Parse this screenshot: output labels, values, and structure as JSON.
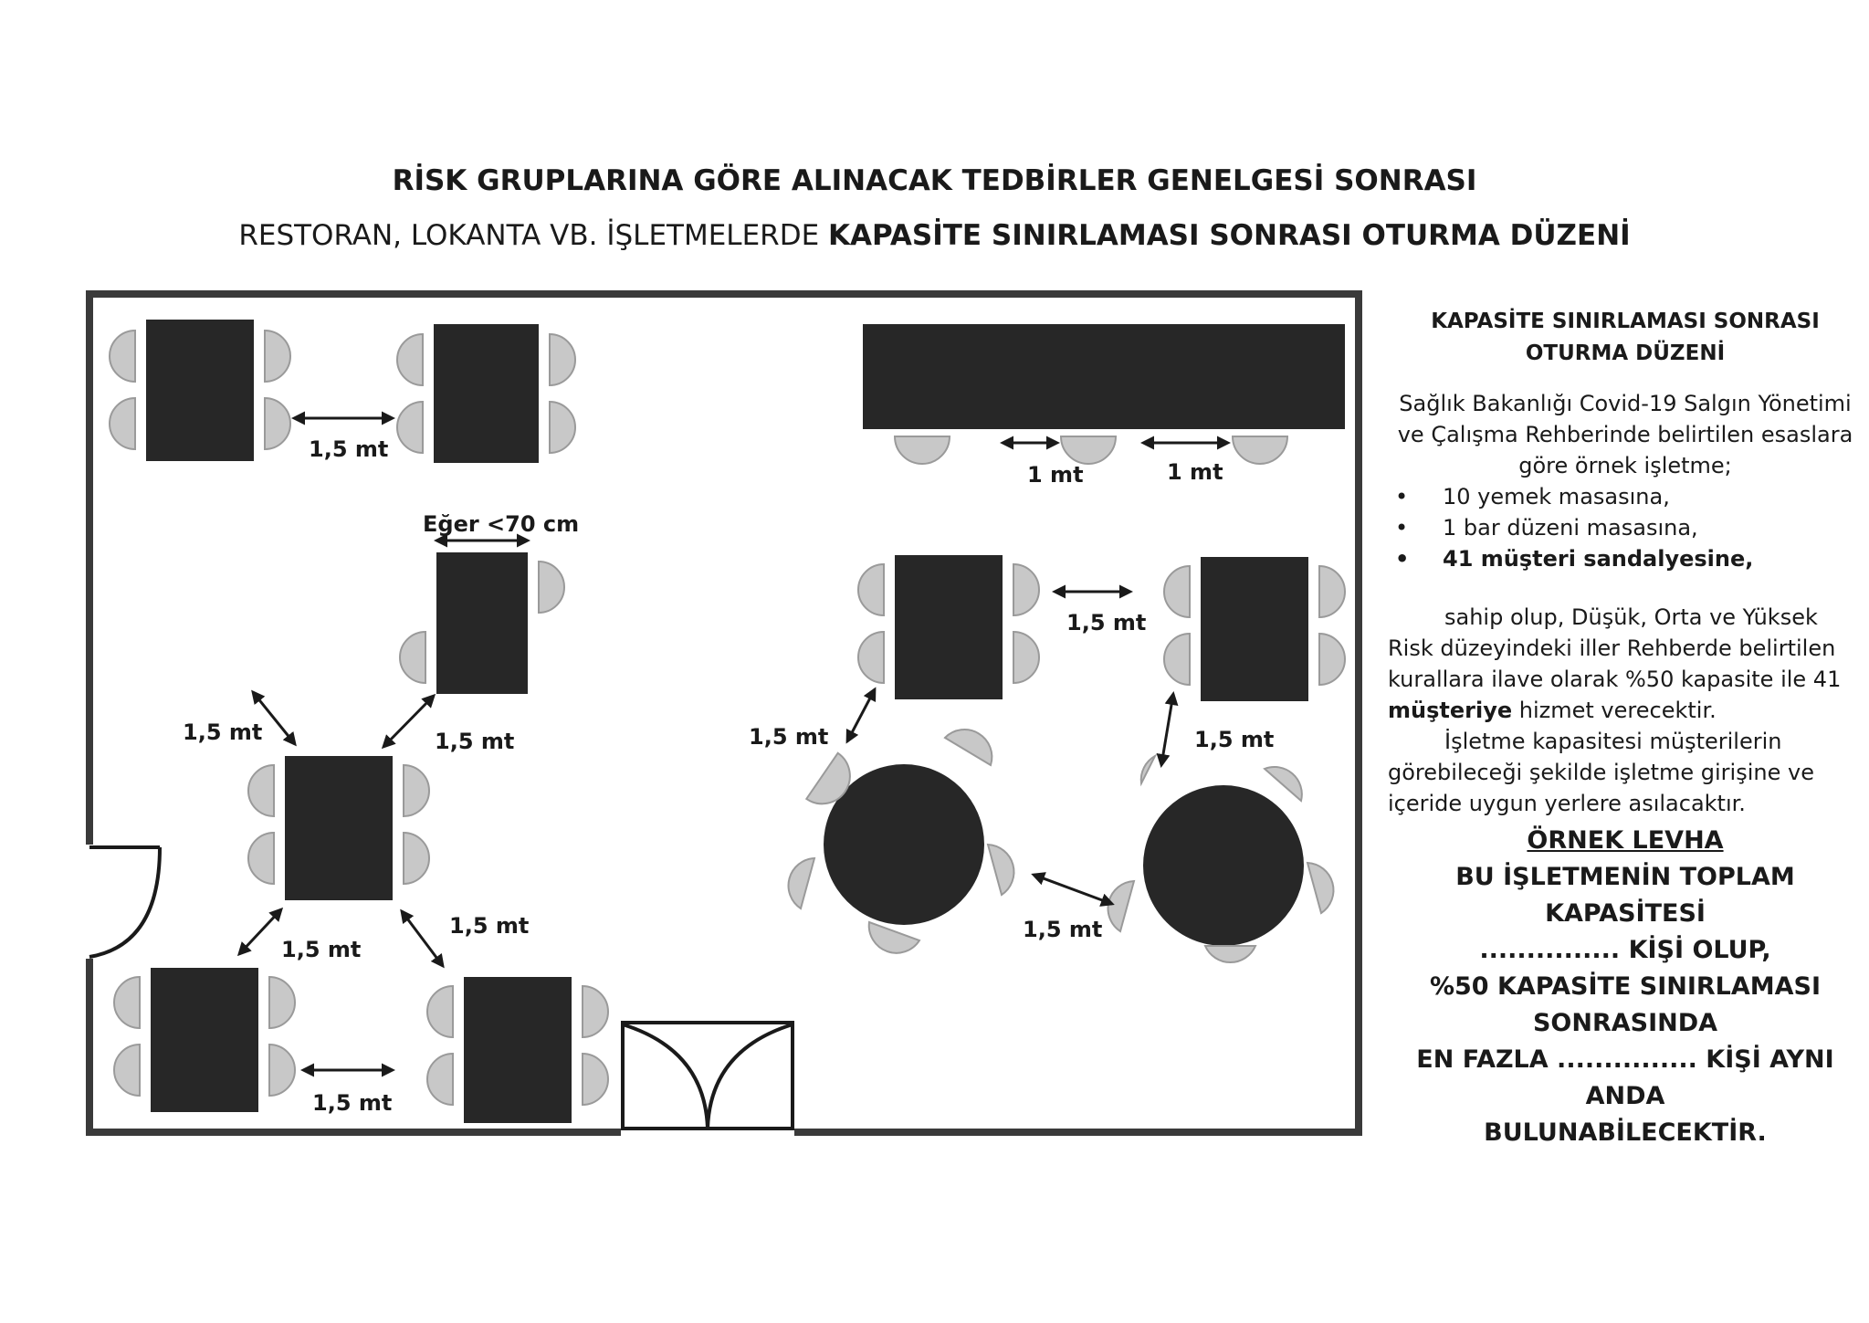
{
  "header": {
    "line1": "RİSK GRUPLARINA GÖRE ALINACAK TEDBİRLER GENELGESİ SONRASI",
    "line2_lead": "RESTORAN, LOKANTA VB. İŞLETMELERDE",
    "line2_strong": "KAPASİTE SINIRLAMASI SONRASI OTURMA DÜZENİ"
  },
  "floor_plan": {
    "labels": {
      "distance_15": "1,5 mt",
      "distance_1": "1 mt",
      "narrow_table_note": "Eğer <70 cm"
    },
    "colors": {
      "table": "#272727",
      "chair": "#c8c8c8",
      "wall": "#3a3a3a"
    }
  },
  "panel": {
    "heading_line1": "KAPASİTE SINIRLAMASI SONRASI",
    "heading_line2": "OTURMA DÜZENİ",
    "intro": "Sağlık Bakanlığı Covid-19 Salgın Yönetimi ve Çalışma Rehberinde belirtilen esaslara göre örnek işletme;",
    "bullets": [
      "10  yemek masasına,",
      "1 bar düzeni masasına,",
      "41 müşteri sandalyesine,"
    ],
    "p1_text": "sahip olup, Düşük, Orta ve Yüksek Risk düzeyindeki iller Rehberde belirtilen kurallara ilave olarak %50 kapasite ile 41",
    "p1_bold": "müşteriye",
    "p1_end": "hizmet verecektir.",
    "p2": "İşletme kapasitesi müşterilerin görebileceği şekilde işletme girişine ve içeride uygun yerlere asılacaktır.",
    "sign_title": "ÖRNEK LEVHA",
    "sign_lines": [
      "BU İŞLETMENİN TOPLAM",
      "KAPASİTESİ",
      "............... KİŞİ OLUP,",
      "%50 KAPASİTE SINIRLAMASI",
      "SONRASINDA",
      "EN FAZLA ............... KİŞİ AYNI ANDA",
      "BULUNABİLECEKTİR."
    ]
  }
}
